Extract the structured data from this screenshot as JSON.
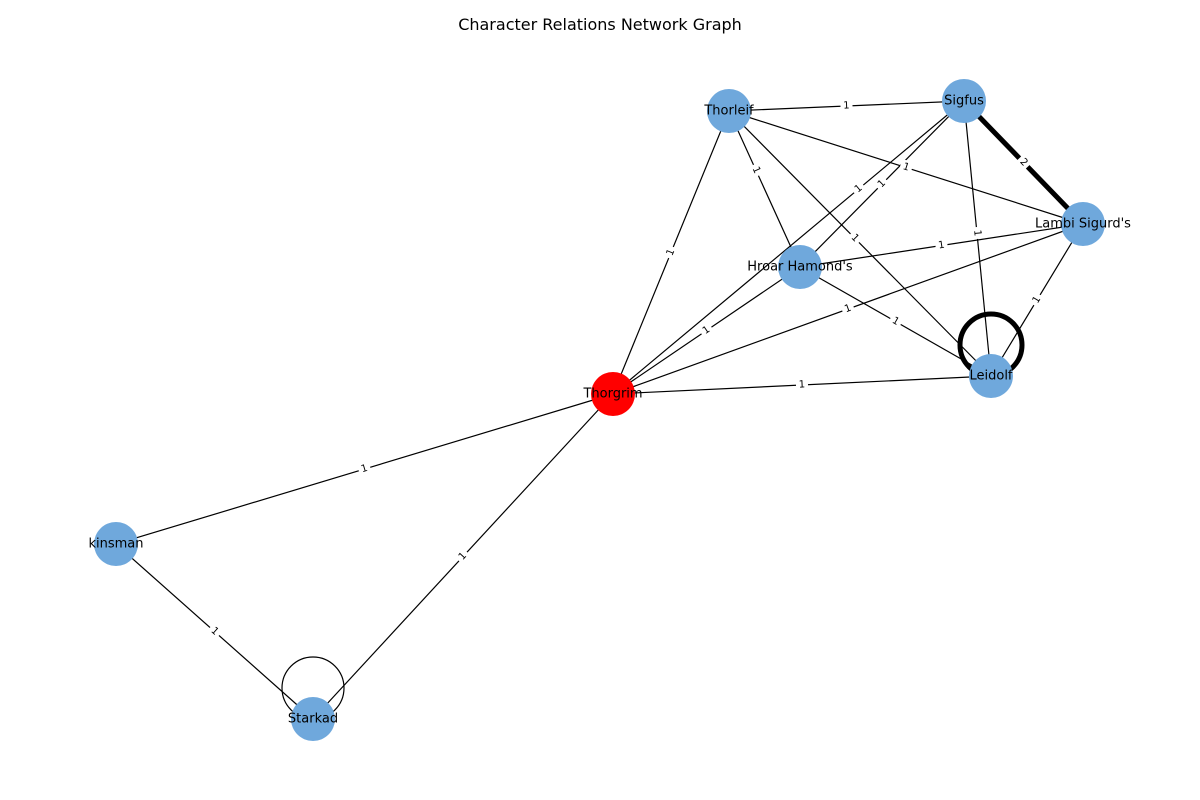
{
  "title": "Character Relations Network Graph",
  "colors": {
    "background": "#ffffff",
    "node_default": "#6fa8dc",
    "node_highlight": "#ff0000",
    "edge": "#000000",
    "text": "#000000"
  },
  "nodes": [
    {
      "id": "thorleif",
      "label": "Thorleif",
      "color": "#6fa8dc"
    },
    {
      "id": "sigfus",
      "label": "Sigfus",
      "color": "#6fa8dc"
    },
    {
      "id": "lambi",
      "label": "Lambi Sigurd's",
      "color": "#6fa8dc"
    },
    {
      "id": "hroar",
      "label": "Hroar Hamond's",
      "color": "#6fa8dc"
    },
    {
      "id": "leidolf",
      "label": "Leidolf",
      "color": "#6fa8dc"
    },
    {
      "id": "thorgrim",
      "label": "Thorgrim",
      "color": "#ff0000"
    },
    {
      "id": "kinsman",
      "label": "kinsman",
      "color": "#6fa8dc"
    },
    {
      "id": "starkad",
      "label": "Starkad",
      "color": "#6fa8dc"
    }
  ],
  "edges": [
    {
      "source": "thorleif",
      "target": "sigfus",
      "weight": "1"
    },
    {
      "source": "thorleif",
      "target": "lambi",
      "weight": "1"
    },
    {
      "source": "thorleif",
      "target": "hroar",
      "weight": "1"
    },
    {
      "source": "thorleif",
      "target": "leidolf",
      "weight": "1"
    },
    {
      "source": "thorleif",
      "target": "thorgrim",
      "weight": "1"
    },
    {
      "source": "sigfus",
      "target": "lambi",
      "weight": "2"
    },
    {
      "source": "sigfus",
      "target": "hroar",
      "weight": "1"
    },
    {
      "source": "sigfus",
      "target": "leidolf",
      "weight": "1"
    },
    {
      "source": "sigfus",
      "target": "thorgrim",
      "weight": "1"
    },
    {
      "source": "lambi",
      "target": "hroar",
      "weight": "1"
    },
    {
      "source": "lambi",
      "target": "leidolf",
      "weight": "1"
    },
    {
      "source": "lambi",
      "target": "thorgrim",
      "weight": "1"
    },
    {
      "source": "hroar",
      "target": "leidolf",
      "weight": "1"
    },
    {
      "source": "hroar",
      "target": "thorgrim",
      "weight": "1"
    },
    {
      "source": "leidolf",
      "target": "thorgrim",
      "weight": "1"
    },
    {
      "source": "leidolf",
      "target": "leidolf",
      "weight": ""
    },
    {
      "source": "thorgrim",
      "target": "kinsman",
      "weight": "1"
    },
    {
      "source": "thorgrim",
      "target": "starkad",
      "weight": "1"
    },
    {
      "source": "kinsman",
      "target": "starkad",
      "weight": "1"
    },
    {
      "source": "starkad",
      "target": "starkad",
      "weight": ""
    }
  ]
}
